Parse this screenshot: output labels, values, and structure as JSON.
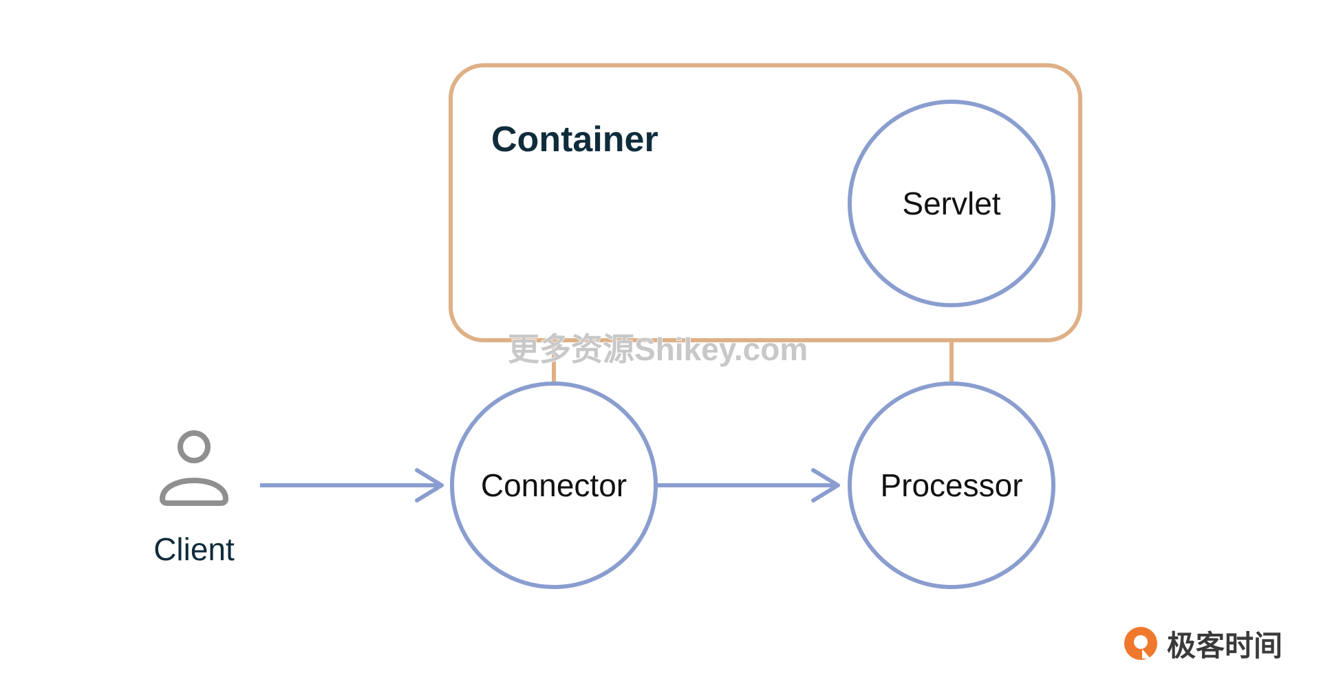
{
  "nodes": {
    "container": {
      "label": "Container"
    },
    "servlet": {
      "label": "Servlet"
    },
    "connector": {
      "label": "Connector"
    },
    "processor": {
      "label": "Processor"
    },
    "client": {
      "label": "Client",
      "icon": "user-icon"
    }
  },
  "watermark": {
    "text": "更多资源Shikey.com"
  },
  "brand": {
    "name": "极客时间",
    "icon": "geektime-logo-icon"
  },
  "colors": {
    "container_stroke": "#dfb086",
    "circle_stroke": "#8a9dcf",
    "arrow": "#8a9dcf",
    "link_line": "#dfb086",
    "title_text": "#0f2c3b",
    "node_text": "#111111",
    "client_icon": "#8f8f8f",
    "brand_orange": "#f0782d",
    "brand_text": "#3a3a3a",
    "watermark_text": "#c8c8c8"
  }
}
